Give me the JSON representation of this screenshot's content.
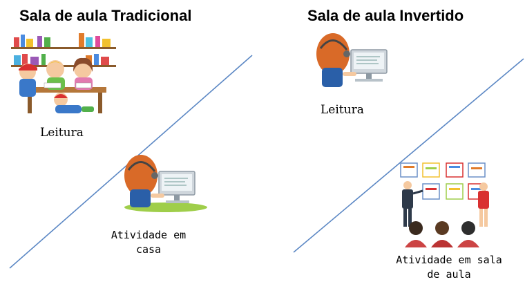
{
  "traditional": {
    "title": "Sala de aula Tradicional",
    "label_top": "Leitura",
    "label_bottom_line1": "Atividade em",
    "label_bottom_line2": "casa"
  },
  "inverted": {
    "title": "Sala de aula Invertido",
    "label_top": "Leitura",
    "label_bottom_line1": "Atividade em sala",
    "label_bottom_line2": "de aula"
  },
  "colors": {
    "divider": "#5b87c4",
    "hair": "#d96a28",
    "shirt": "#2a5fa8",
    "monitor": "#cfd6dc",
    "grass": "#9fce4a"
  },
  "icons": [
    "children-classroom-illustration",
    "student-at-computer-illustration",
    "presenter-audience-illustration"
  ]
}
